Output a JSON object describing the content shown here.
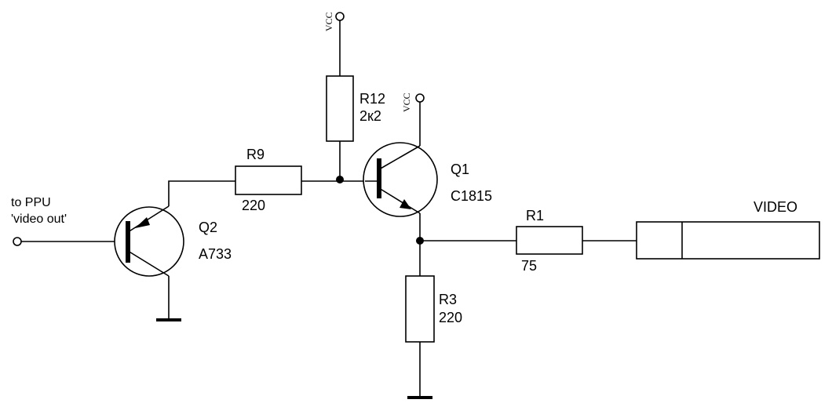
{
  "input": {
    "line1": "to PPU",
    "line2": "'video out'"
  },
  "q2": {
    "name": "Q2",
    "part": "A733"
  },
  "r9": {
    "name": "R9",
    "value": "220"
  },
  "r12": {
    "name": "R12",
    "value": "2к2"
  },
  "q1": {
    "name": "Q1",
    "part": "C1815"
  },
  "r1": {
    "name": "R1",
    "value": "75"
  },
  "r3": {
    "name": "R3",
    "value": "220"
  },
  "vcc": {
    "label": "VCC"
  },
  "output": {
    "label": "VIDEO"
  }
}
